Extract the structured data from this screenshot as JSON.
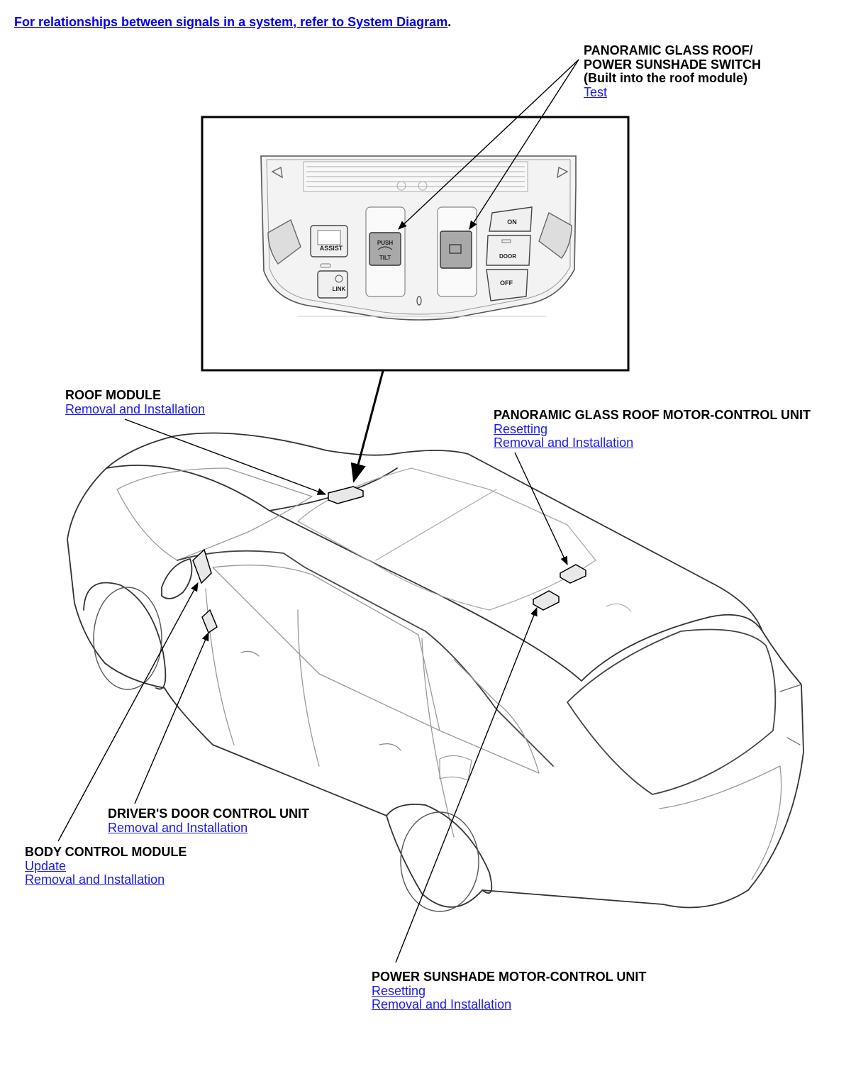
{
  "header": {
    "intro_link": "For relationships between signals in a system, refer to System Diagram",
    "intro_punct": "."
  },
  "callouts": {
    "switch": {
      "title_lines": [
        "PANORAMIC GLASS ROOF/",
        "POWER SUNSHADE SWITCH",
        "(Built into the roof module)"
      ],
      "links": [
        "Test"
      ]
    },
    "roof_module": {
      "title": "ROOF MODULE",
      "links": [
        "Removal and Installation"
      ]
    },
    "roof_motor": {
      "title": "PANORAMIC GLASS ROOF MOTOR-CONTROL UNIT",
      "links": [
        "Resetting",
        "Removal and Installation"
      ]
    },
    "door_unit": {
      "title": "DRIVER'S DOOR CONTROL UNIT",
      "links": [
        "Removal and Installation"
      ]
    },
    "bcm": {
      "title": "BODY CONTROL MODULE",
      "links": [
        "Update",
        "Removal and Installation"
      ]
    },
    "sunshade_motor": {
      "title": "POWER SUNSHADE MOTOR-CONTROL UNIT",
      "links": [
        "Resetting",
        "Removal and Installation"
      ]
    }
  },
  "panel_buttons": {
    "assist": "ASSIST",
    "link": "LINK",
    "push": "PUSH",
    "tilt": "TILT",
    "on": "ON",
    "door": "DOOR",
    "off": "OFF"
  }
}
